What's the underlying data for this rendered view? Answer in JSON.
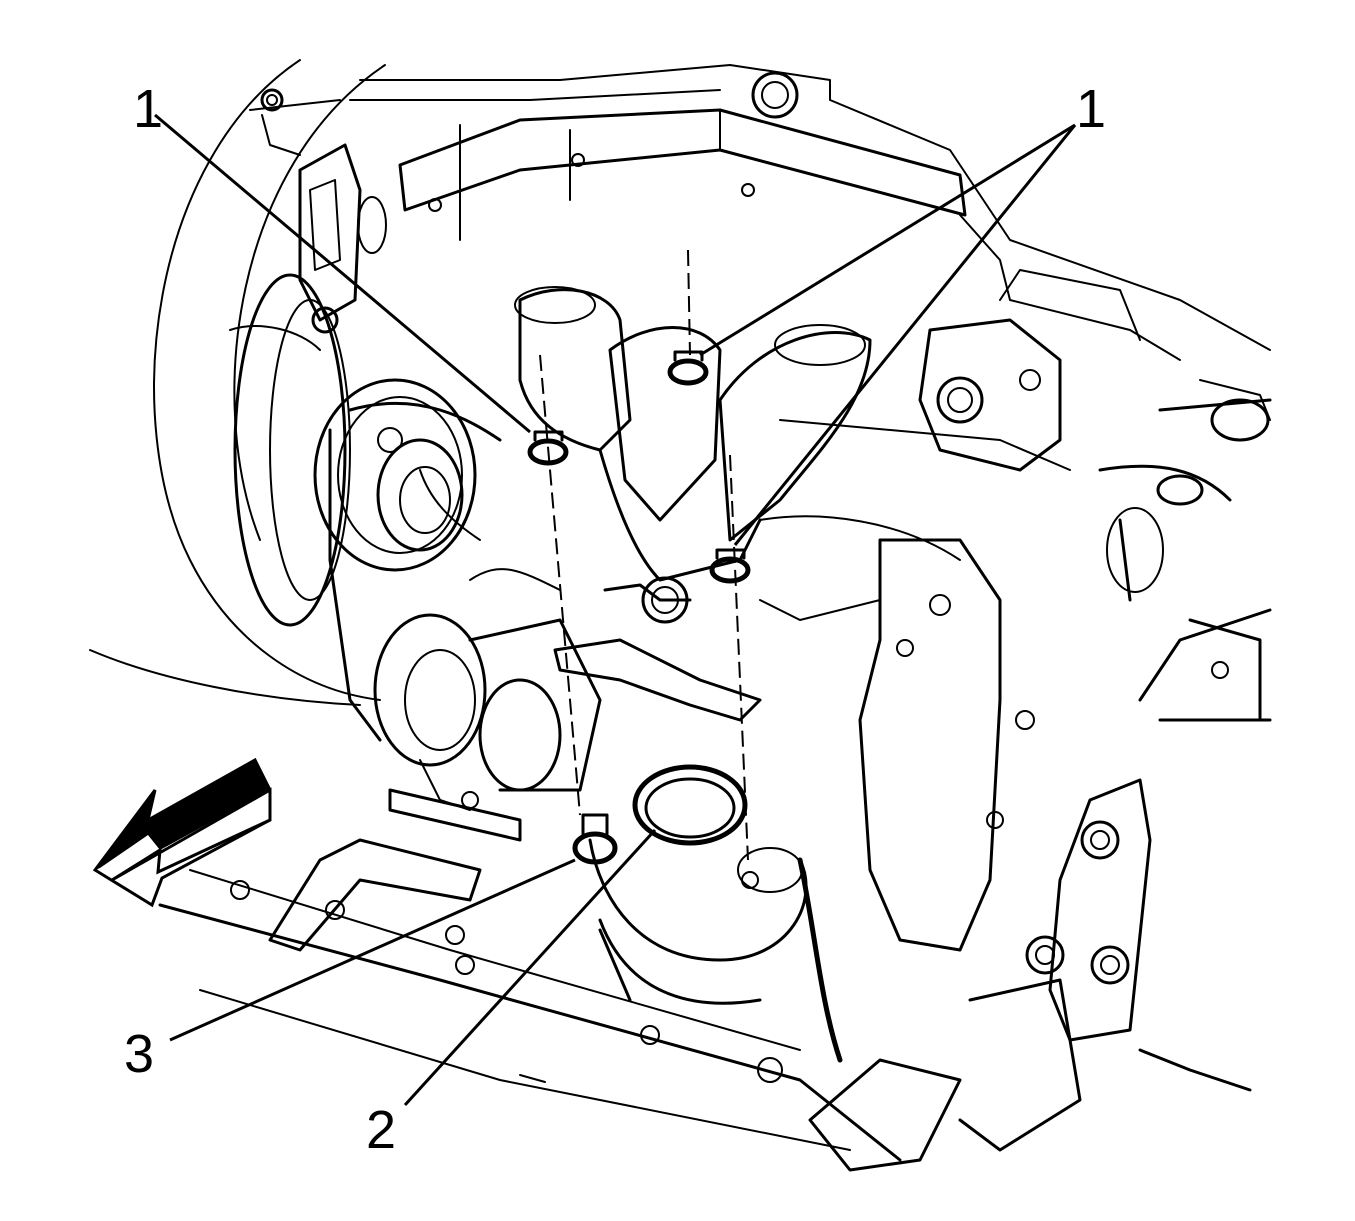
{
  "callouts": [
    {
      "id": "c1a",
      "text": "1"
    },
    {
      "id": "c1b",
      "text": "1"
    },
    {
      "id": "c3",
      "text": "3"
    },
    {
      "id": "c2",
      "text": "2"
    }
  ],
  "direction_arrow": {
    "icon": "front-direction-arrow-icon"
  },
  "colors": {
    "line": "#000000",
    "background": "#ffffff"
  }
}
